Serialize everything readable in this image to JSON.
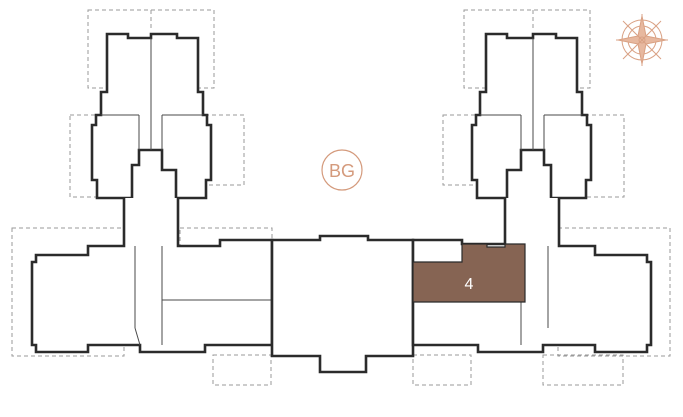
{
  "floor_badge": {
    "label": "BG"
  },
  "units": [
    {
      "id": "unit-4",
      "label": "4",
      "selected": true,
      "color": "#866453"
    }
  ],
  "compass": {
    "icon": "compass-rose-icon",
    "color": "#d9a184"
  }
}
